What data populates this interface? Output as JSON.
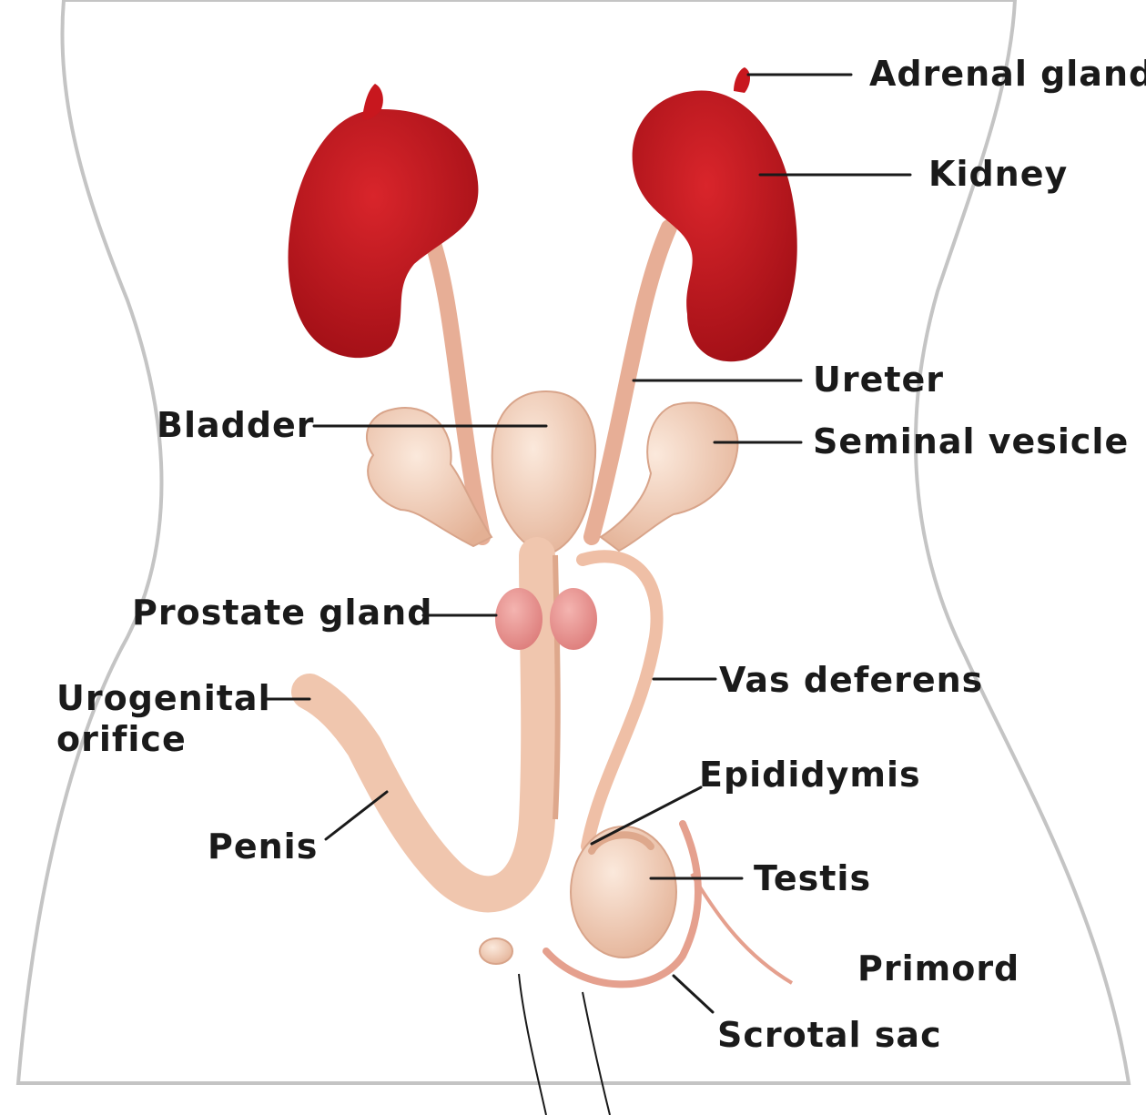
{
  "labels": {
    "adrenal_gland": "Adrenal gland",
    "kidney": "Kidney",
    "ureter": "Ureter",
    "bladder": "Bladder",
    "seminal_vesicle": "Seminal vesicle",
    "prostate_gland": "Prostate gland",
    "vas_deferens": "Vas deferens",
    "urogenital_line1": "Urogenital",
    "urogenital_line2": "orifice",
    "epididymis": "Epididymis",
    "penis": "Penis",
    "testis": "Testis",
    "primord": "Primord",
    "scrotal_sac": "Scrotal sac"
  },
  "colors": {
    "kidney": "#c8171e",
    "tissue": "#f3ccb4",
    "tissue_shadow": "#dea88c",
    "prostate": "#e98f8d",
    "body_fill": "#f6f6f6",
    "body_outline": "#c4c4c4",
    "ink": "#1a1a1a"
  }
}
